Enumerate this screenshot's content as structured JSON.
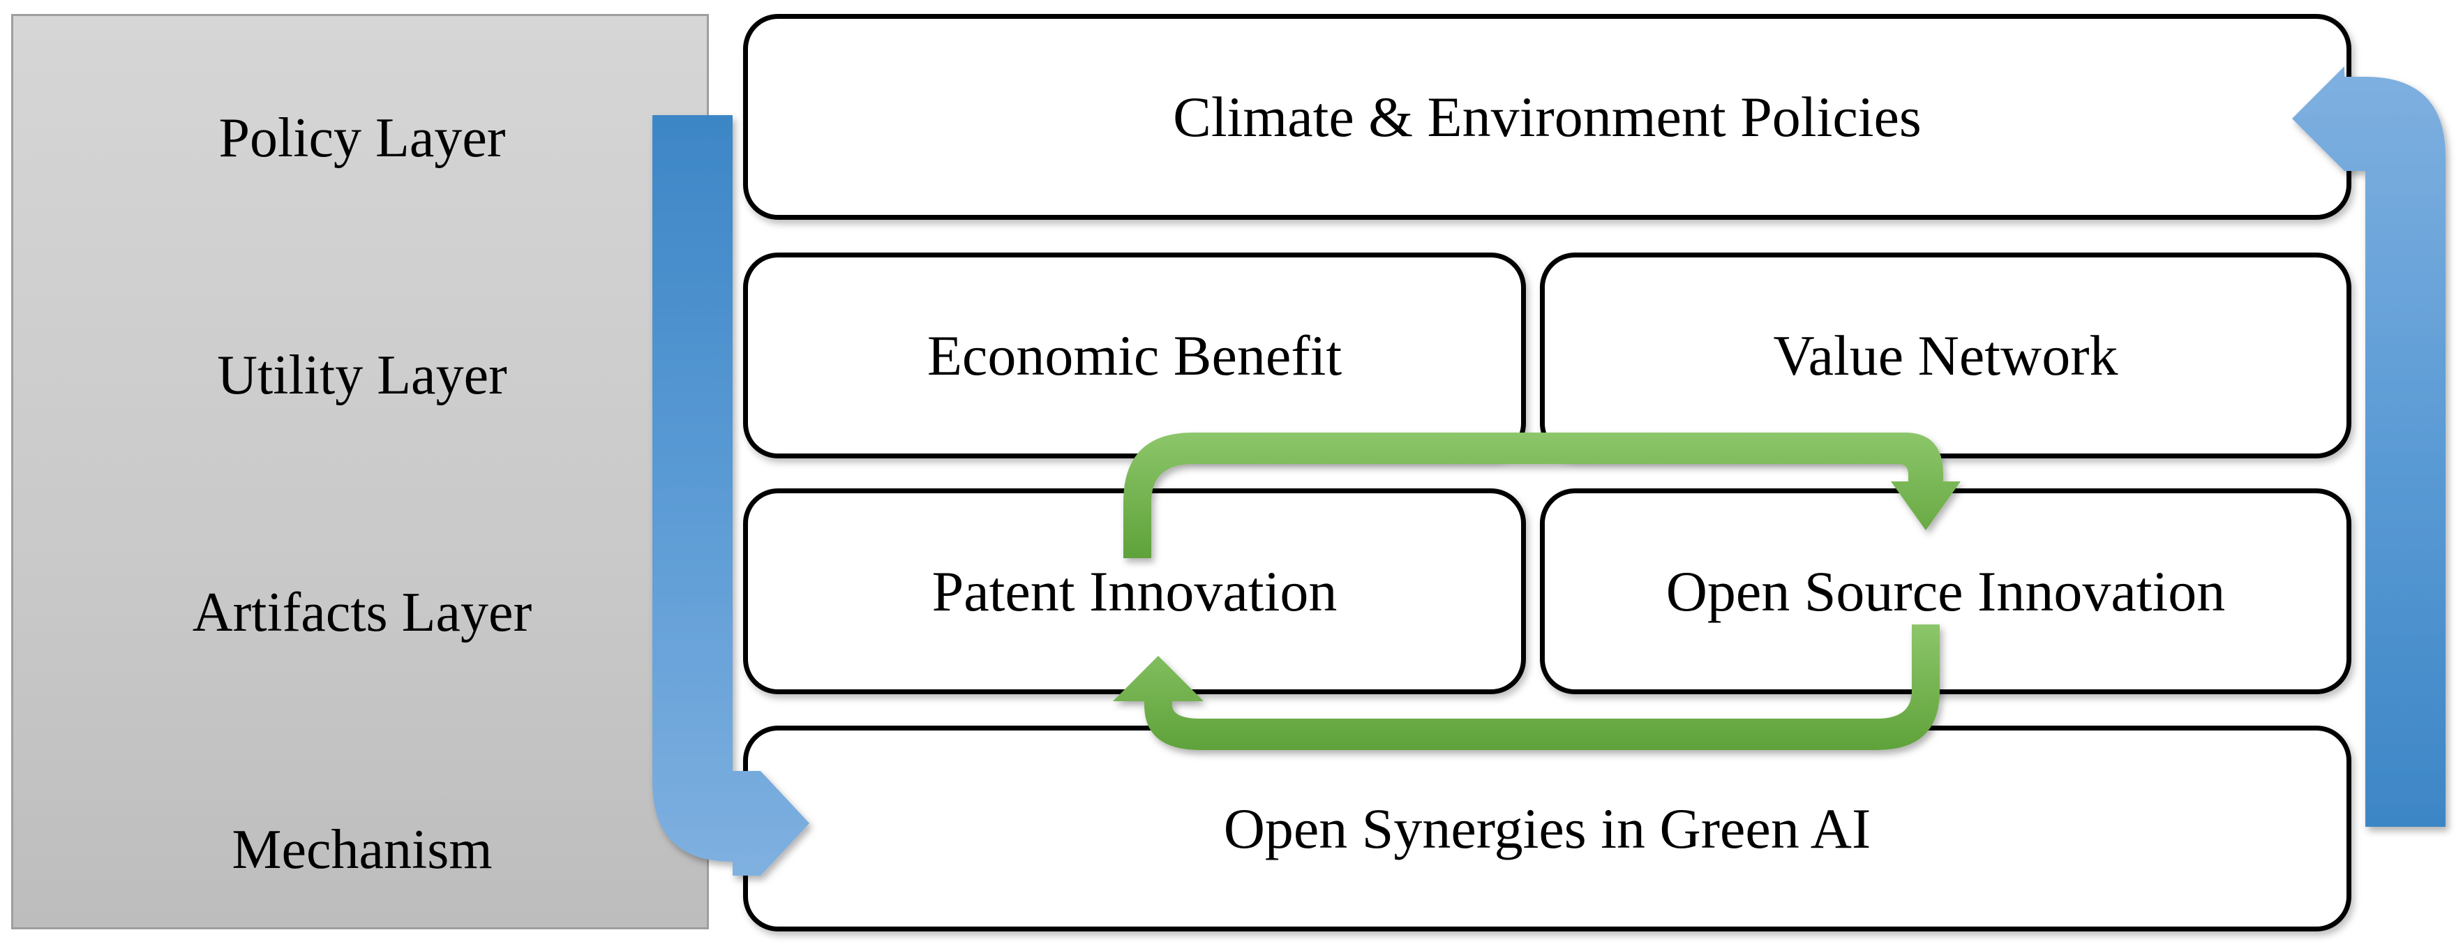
{
  "layers": [
    {
      "label": "Policy Layer"
    },
    {
      "label": "Utility Layer"
    },
    {
      "label": "Artifacts Layer"
    },
    {
      "label": "Mechanism"
    }
  ],
  "boxes": {
    "policy": "Climate & Environment Policies",
    "economic": "Economic Benefit",
    "value": "Value Network",
    "patent": "Patent Innovation",
    "open_source": "Open Source Innovation",
    "mechanism": "Open Synergies in Green AI"
  },
  "colors": {
    "blue_arrow": "#5b9bd5",
    "green_arrow": "#70ad47",
    "panel": "#cccccc"
  }
}
